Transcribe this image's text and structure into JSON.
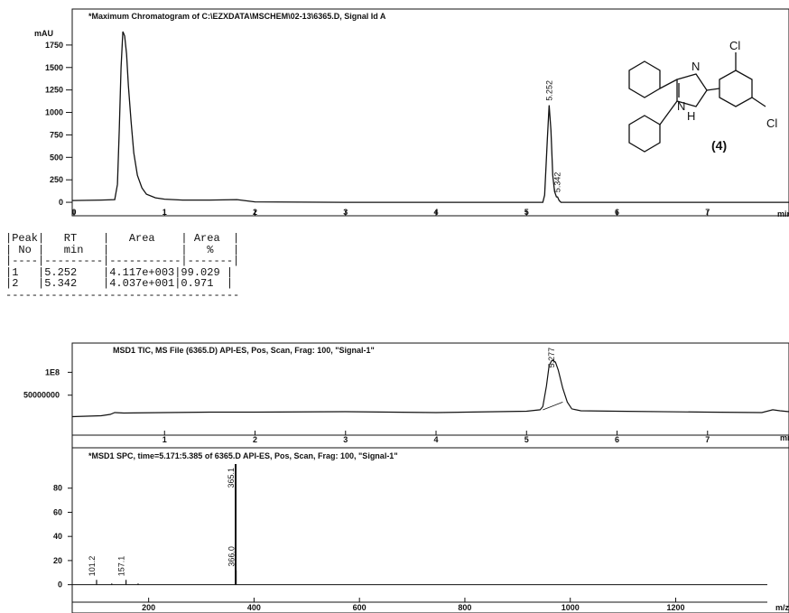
{
  "chart_data": [
    {
      "type": "line",
      "title": "*Maximum Chromatogram of C:\\EZXDATA\\MSCHEM\\02-13\\6365.D,  Signal Id A",
      "xlabel": "min",
      "ylabel": "mAU",
      "xlim": [
        -0.02,
        7.9
      ],
      "ylim": [
        -150,
        2000
      ],
      "xticks": [
        0,
        1,
        2,
        3,
        4,
        5,
        6,
        7
      ],
      "yticks": [
        0,
        250,
        500,
        750,
        1000,
        1250,
        1500,
        1750
      ],
      "x": [
        -0.02,
        0.3,
        0.45,
        0.48,
        0.5,
        0.52,
        0.54,
        0.56,
        0.58,
        0.6,
        0.63,
        0.66,
        0.7,
        0.75,
        0.8,
        0.9,
        1.0,
        1.2,
        1.5,
        1.8,
        2.0,
        3.0,
        4.0,
        5.0,
        5.18,
        5.2,
        5.23,
        5.25,
        5.27,
        5.29,
        5.31,
        5.33,
        5.342,
        5.36,
        5.38,
        5.42,
        6.0,
        7.0,
        7.9
      ],
      "y": [
        20,
        25,
        30,
        200,
        800,
        1500,
        1900,
        1850,
        1650,
        1300,
        900,
        550,
        300,
        160,
        90,
        50,
        35,
        25,
        25,
        30,
        5,
        0,
        0,
        0,
        0,
        80,
        700,
        1080,
        800,
        300,
        120,
        60,
        60,
        20,
        0,
        0,
        0,
        0,
        0
      ],
      "peaks": [
        {
          "rt": 5.252,
          "label": "5.252",
          "height": 1080
        },
        {
          "rt": 5.342,
          "label": "5.342",
          "height": 60
        }
      ]
    },
    {
      "type": "line",
      "title": "MSD1 TIC, MS File (6365.D)   API-ES, Pos, Scan, Frag: 100, \"Signal-1\"",
      "xlabel": "min",
      "xlim": [
        -0.02,
        7.9
      ],
      "ylim": [
        -65000000,
        158000000
      ],
      "xticks": [
        1,
        2,
        3,
        4,
        5,
        6,
        7
      ],
      "ytick_labels": [
        {
          "value": 100000000,
          "label": "1E8"
        },
        {
          "value": 50000000,
          "label": "50000000"
        }
      ],
      "x": [
        -0.02,
        0.3,
        0.4,
        0.45,
        0.55,
        1.0,
        1.5,
        2.0,
        3.0,
        4.0,
        5.0,
        5.15,
        5.18,
        5.22,
        5.25,
        5.277,
        5.29,
        5.32,
        5.35,
        5.4,
        5.45,
        5.5,
        5.6,
        6.0,
        7.0,
        7.6,
        7.72,
        7.8,
        7.9
      ],
      "y": [
        3000000,
        5000000,
        8000000,
        12000000,
        11000000,
        12000000,
        13000000,
        13000000,
        14000000,
        12000000,
        15000000,
        18000000,
        25000000,
        70000000,
        115000000,
        125000000,
        126000000,
        122000000,
        105000000,
        65000000,
        35000000,
        20000000,
        16000000,
        15000000,
        13000000,
        12000000,
        18000000,
        16000000,
        14000000
      ],
      "peaks": [
        {
          "rt": 5.277,
          "label": "5.277"
        }
      ]
    },
    {
      "type": "bar",
      "title": "*MSD1 SPC, time=5.171:5.385 of 6365.D    API-ES, Pos, Scan, Frag: 100, \"Signal-1\"",
      "xlabel": "m/z",
      "xlim": [
        55,
        1415
      ],
      "ylim": [
        -10,
        100
      ],
      "xticks": [
        200,
        400,
        600,
        800,
        1000,
        1200
      ],
      "yticks": [
        0,
        20,
        40,
        60,
        80
      ],
      "mz": [
        101.2,
        130,
        157.1,
        180,
        365.1,
        366.0
      ],
      "intensity": [
        4,
        1,
        4,
        1,
        100,
        12
      ],
      "labels": [
        "101.2",
        "",
        "157.1",
        "",
        "365.1",
        "366.0"
      ]
    }
  ],
  "peak_table": [
    "|Peak|   RT    |   Area    | Area  |",
    "| No |   min   |           |   %   |",
    "|----|---------|-----------|-------|",
    "|1   |5.252    |4.117e+003|99.029 |",
    "|2   |5.342    |4.037e+001|0.971  |",
    "------------------------------------"
  ],
  "structure": {
    "atoms": [
      "N",
      "H",
      "Cl",
      "Cl"
    ],
    "compound_label": "(4)"
  }
}
